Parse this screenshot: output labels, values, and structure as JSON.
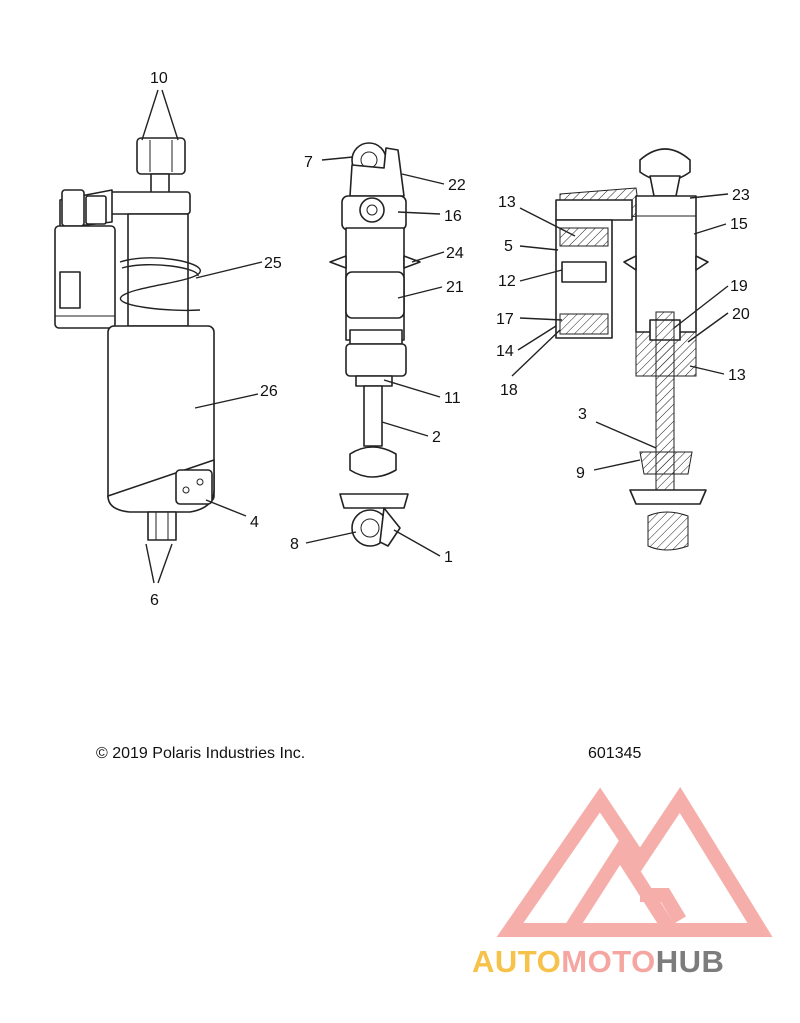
{
  "callouts": {
    "c1": "1",
    "c2": "2",
    "c3": "3",
    "c4": "4",
    "c5": "5",
    "c6": "6",
    "c7": "7",
    "c8": "8",
    "c9": "9",
    "c10": "10",
    "c11": "11",
    "c12": "12",
    "c13a": "13",
    "c13b": "13",
    "c14": "14",
    "c15": "15",
    "c16": "16",
    "c17": "17",
    "c18": "18",
    "c19": "19",
    "c20": "20",
    "c21": "21",
    "c22": "22",
    "c23": "23",
    "c24": "24",
    "c25": "25",
    "c26": "26"
  },
  "footer": {
    "copyright": "© 2019 Polaris Industries Inc.",
    "drawing_number": "601345"
  },
  "watermark": {
    "brand_part1": "AUTO",
    "brand_part2": "MOTO",
    "brand_part3": "HUB",
    "colors": {
      "yellow": "#f6c24a",
      "red": "#f5a6a1",
      "gray": "#7c7c7c"
    }
  }
}
